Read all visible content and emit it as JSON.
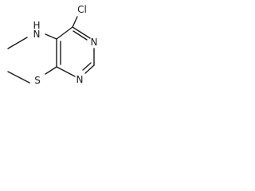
{
  "molecule": {
    "atoms": {
      "cl": "Cl",
      "nh_amine": "N",
      "h_amine": "H",
      "n_ring_top": "N",
      "n_ring_bottom": "N",
      "s_thioether": "S"
    }
  }
}
